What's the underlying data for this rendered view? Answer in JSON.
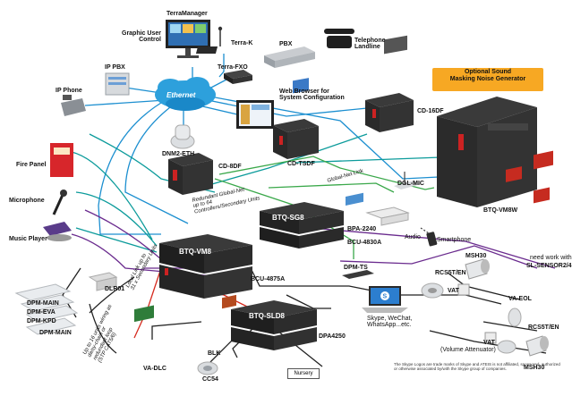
{
  "callout": "Optional Sound\nMasking Noise Generator",
  "ethernet_label": "Ethernet",
  "devices": {
    "terramanager": "TerraManager",
    "gui": "Graphic User\nControl",
    "terra_k": "Terra-K",
    "pbx": "PBX",
    "telephone": "Telephone\nLandline",
    "ip_pbx": "IP PBX",
    "ip_phone": "IP Phone",
    "terra_fxo": "Terra-FXO",
    "web_browser": "Web Browser for\nSystem Configuration",
    "dnm2": "DNM2-ETH",
    "fire_panel": "Fire Panel",
    "microphone": "Microphone",
    "music_player": "Music Player",
    "cd16df": "CD-16DF",
    "cd_tsdf": "CD-TSDF",
    "cd_8df": "CD-8DF",
    "btq_vm8w": "BTQ-VM8W",
    "dgl_mic": "DGL-MIC",
    "btq_sg8": "BTQ-SG8",
    "bpa_2240": "BPA-2240",
    "bcu_4830a": "BCU-4830A",
    "audio": "Audio",
    "smartphone": "Smartphone",
    "btq_vm8": "BTQ-VM8",
    "bcu_4875a": "BCU-4875A",
    "dpm_ts": "DPM-TS",
    "skype": "Skype, WeChat,\nWhatsApp...etc.",
    "dpm_main": "DPM-MAIN",
    "dpm_eva": "DPM-EVA",
    "dpm_kpd": "DPM-KPD",
    "dpm_main2": "DPM-MAIN",
    "dlr01": "DLR01",
    "btq_sld8": "BTQ-SLD8",
    "dpa4250": "DPA4250",
    "blk": "BLK",
    "cc54": "CC54",
    "va_dlc": "VA-DLC",
    "nursery": "Nursery",
    "msh30_top": "MSH30",
    "rcs5t_en_top": "RCS5T/EN",
    "vat_top": "VAT",
    "need_work": "need work with",
    "sl_sensor": "SL-SENSOR2/4",
    "va_eol": "VA-EOL",
    "rcs5t_en_bottom": "RCS5T/EN",
    "vat_bottom": "VAT",
    "vat_note": "(Volume Attenuator)",
    "msh30_bottom": "MSH30"
  },
  "notes": {
    "globalnet_link": "Global-Net Link",
    "redundant": "Redundant Global-Net\nup to 64\nControllers/Secondary Units",
    "local_link": "Local Link up to\n31 x Secondary Units",
    "daisy": "Up to 16 units wiring as\ndaisy-chain or\nredundant loop\n(STP CAT5/6)"
  },
  "footnote": "The Skype Logos are trade marks of Skype and ATEIS is not affiliated, sponsored, authorized or otherwise associated by/with the Skype group of companies."
}
